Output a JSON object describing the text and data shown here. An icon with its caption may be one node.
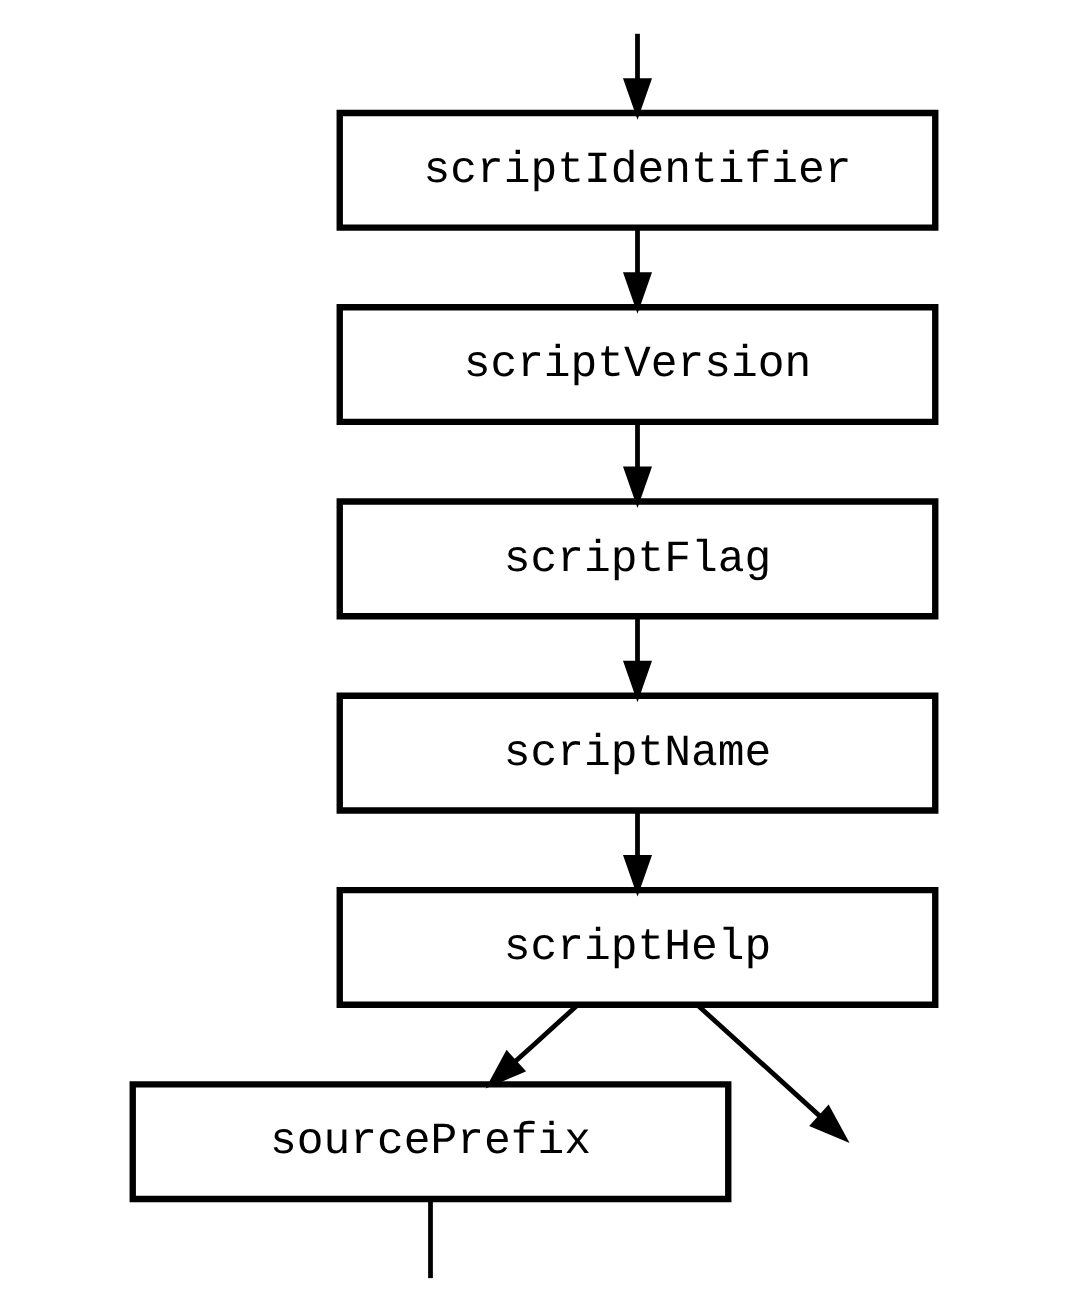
{
  "diagram": {
    "nodes": [
      {
        "text": [
          "scriptIdentifier"
        ]
      },
      {
        "text": [
          "scriptVersion"
        ]
      },
      {
        "text": [
          "scriptFlag"
        ]
      },
      {
        "text": [
          "scriptName"
        ]
      },
      {
        "text": [
          "scriptHelp"
        ]
      },
      {
        "text": [
          "sourcePrefix"
        ]
      }
    ],
    "edges": [
      {
        "from": null,
        "to": 0,
        "arrow": "to"
      },
      {
        "from": 0,
        "to": 1,
        "arrow": "to"
      },
      {
        "from": 1,
        "to": 2,
        "arrow": "to"
      },
      {
        "from": 2,
        "to": 3,
        "arrow": "to"
      },
      {
        "from": 3,
        "to": 4,
        "arrow": "to"
      },
      {
        "from": 4,
        "to": null,
        "arrow": "to"
      },
      {
        "from": 4,
        "to": 5,
        "arrow": "to"
      },
      {
        "from": 5,
        "to": null,
        "arrow": "none"
      }
    ]
  }
}
